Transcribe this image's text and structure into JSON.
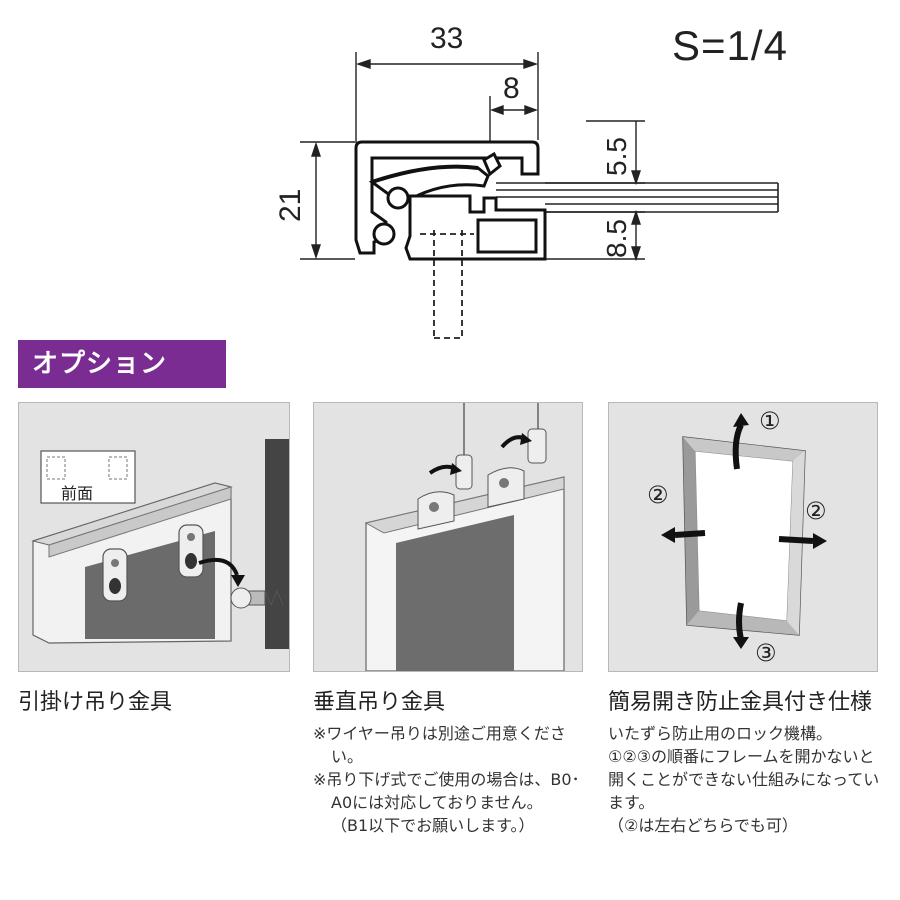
{
  "section": {
    "scale": "S=1/4",
    "dimensions": {
      "width_total": "33",
      "width_inner": "8",
      "height_total": "21",
      "gap_top": "5.5",
      "gap_bottom": "8.5"
    }
  },
  "option_label": "オプション",
  "options": [
    {
      "title": "引掛け吊り金具",
      "illustration_text": "前面",
      "notes": []
    },
    {
      "title": "垂直吊り金具",
      "notes": [
        "※ワイヤー吊りは別途ご用意ください。",
        "※吊り下げ式でご使用の場合は、B0･A0には対応しておりません。",
        "（B1以下でお願いします。）"
      ]
    },
    {
      "title": "簡易開き防止金具付き仕様",
      "step_markers": [
        "①",
        "②",
        "②",
        "③"
      ],
      "notes": [
        "いたずら防止用のロック機構。",
        "①②③の順番にフレームを開かないと開くことができない仕組みになっています。",
        "（②は左右どちらでも可）"
      ]
    }
  ],
  "colors": {
    "accent": "#7a2c92",
    "panel_bg": "#e3e3e3",
    "poster": "#555555"
  }
}
